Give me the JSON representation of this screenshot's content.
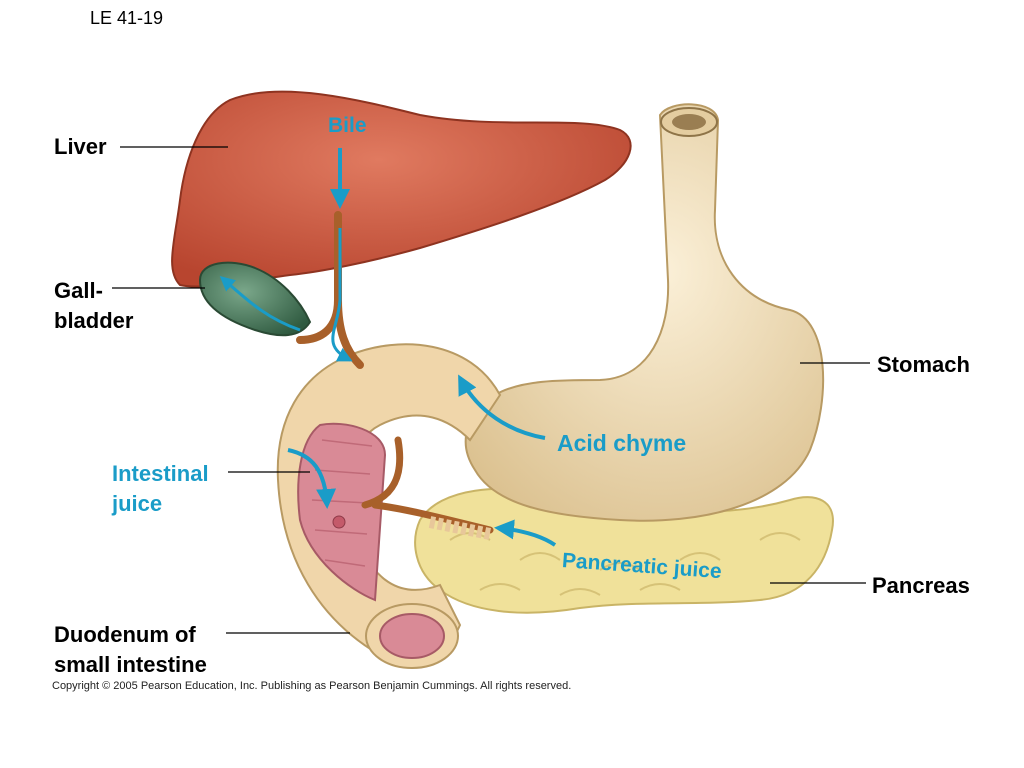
{
  "slide_id": "LE 41-19",
  "labels": {
    "liver": "Liver",
    "gallbladder_1": "Gall-",
    "gallbladder_2": "bladder",
    "stomach": "Stomach",
    "pancreas": "Pancreas",
    "duodenum_1": "Duodenum of",
    "duodenum_2": "small intestine"
  },
  "flow_labels": {
    "bile": "Bile",
    "acid_chyme": "Acid chyme",
    "intestinal_juice_1": "Intestinal",
    "intestinal_juice_2": "juice",
    "pancreatic_juice": "Pancreatic juice"
  },
  "copyright": "Copyright ©  2005 Pearson Education, Inc. Publishing as Pearson Benjamin Cummings. All rights reserved.",
  "colors": {
    "flow_arrow": "#1a9cc8",
    "liver": "#c8553f",
    "gallbladder": "#4f7a5e",
    "stomach": "#ecd8b0",
    "pancreas": "#f0e19a",
    "duct": "#a8602a",
    "mucosa": "#d98a96"
  }
}
